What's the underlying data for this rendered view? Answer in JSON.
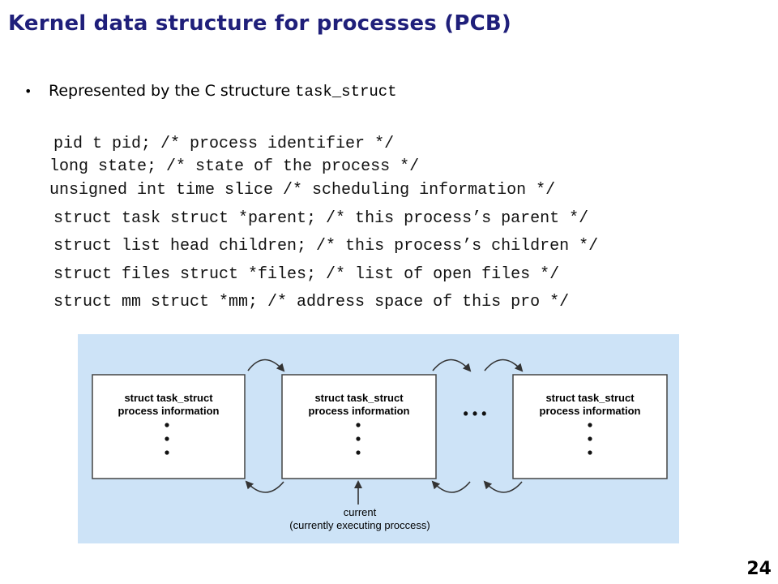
{
  "slide": {
    "title": "Kernel data structure for processes (PCB)",
    "bullet": {
      "text": "Represented by the C structure",
      "code": "task_struct"
    },
    "code_lines": [
      "pid t pid; /* process identifier */",
      "long state; /* state of the process */",
      "unsigned int time slice /* scheduling information */",
      "struct task struct *parent; /* this process’s parent */",
      "struct list head children; /* this process’s children */",
      "struct files struct *files; /* list of open files */",
      "struct mm struct *mm; /* address space of this pro */"
    ],
    "page_number": "24"
  },
  "figure": {
    "boxes": [
      {
        "line1": "struct task_struct",
        "line2": "process information"
      },
      {
        "line1": "struct task_struct",
        "line2": "process information"
      },
      {
        "line1": "struct task_struct",
        "line2": "process information"
      }
    ],
    "ellipsis": "• • •",
    "caption_line1": "current",
    "caption_line2": "(currently executing proccess)",
    "colors": {
      "background": "#cde3f7",
      "box_fill": "#ffffff",
      "box_stroke": "#444444",
      "arrow": "#333333"
    }
  }
}
